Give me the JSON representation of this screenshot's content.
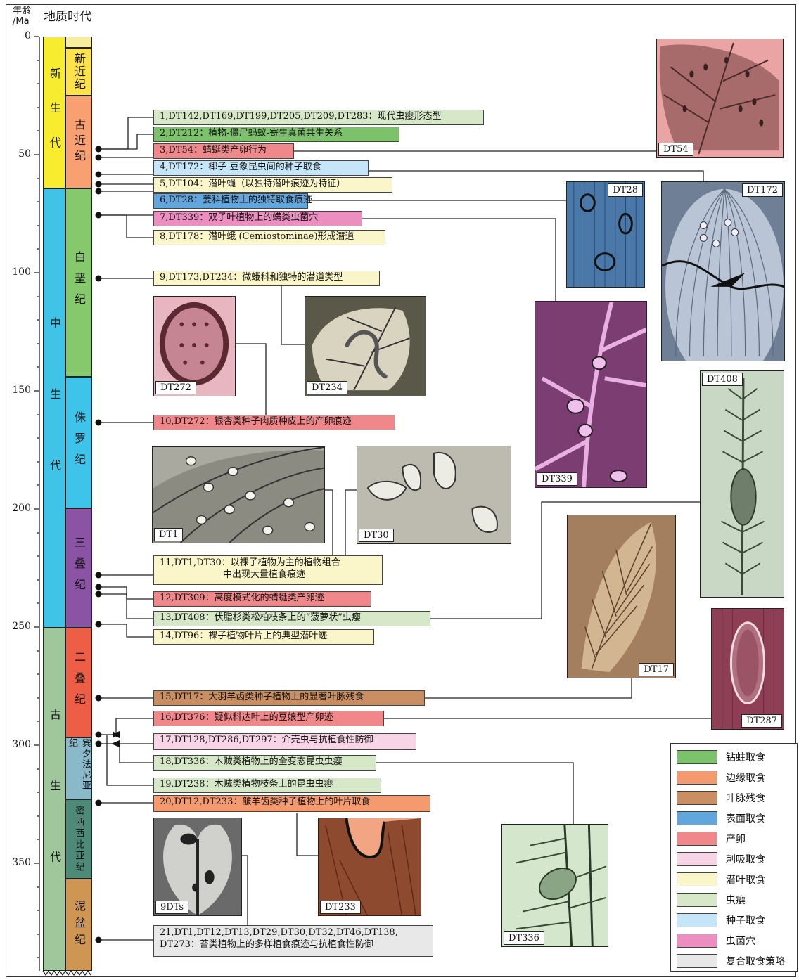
{
  "axis": {
    "age_label_line1": "年龄",
    "age_label_line2": "/Ma",
    "time_label": "地质时代",
    "ticks": [
      "0",
      "50",
      "100",
      "150",
      "200",
      "250",
      "300",
      "350"
    ]
  },
  "eras": [
    {
      "name": "新 生 代",
      "color": "#f7ec2e"
    },
    {
      "name": "中 生 代",
      "color": "#3fc3e6"
    },
    {
      "name": "古 生 代",
      "color": "#9fc79c"
    }
  ],
  "periods": [
    {
      "name": "新近纪",
      "color": "#fde24a"
    },
    {
      "name": "古近纪",
      "color": "#f8a071"
    },
    {
      "name": "白垩纪",
      "color": "#86c86c"
    },
    {
      "name": "侏罗纪",
      "color": "#3ec3ea"
    },
    {
      "name": "三叠纪",
      "color": "#8b53a4"
    },
    {
      "name": "二叠纪",
      "color": "#ee5e46"
    },
    {
      "name": "宾夕法尼亚纪",
      "color": "#8ab9c9"
    },
    {
      "name": "密西西比亚纪",
      "color": "#4e8a78"
    },
    {
      "name": "泥盆纪",
      "color": "#cf9653"
    }
  ],
  "events": [
    {
      "text": "1,DT142,DT169,DT199,DT205,DT209,DT283：现代虫瘿形态型",
      "color": "#d6e8c8"
    },
    {
      "text": "2,DT212：植物-僵尸蚂蚁-寄生真菌共生关系",
      "color": "#7cc26a"
    },
    {
      "text": "3,DT54：蜻蜓类产卵行为",
      "color": "#f0878a"
    },
    {
      "text": "4,DT172：椰子-豆象昆虫间的种子取食",
      "color": "#c4e6f8"
    },
    {
      "text": "5,DT104：潜叶蝇（以独特潜叶痕迹为特征）",
      "color": "#fbf6c9"
    },
    {
      "text": "6,DT28：姜科植物上的独特取食痕迹",
      "color": "#62a6de"
    },
    {
      "text": "7,DT339：双子叶植物上的螨类虫菌穴",
      "color": "#ec8ec0"
    },
    {
      "text": "8,DT178：潜叶蛾 (Cemiostominae)形成潜道",
      "color": "#fbf6c9"
    },
    {
      "text": "9,DT173,DT234：微蛾科和独特的潜道类型",
      "color": "#fbf6c9"
    },
    {
      "text": "10,DT272：银杏类种子肉质种皮上的产卵痕迹",
      "color": "#f0878a"
    },
    {
      "text": "11,DT1,DT30：以裸子植物为主的植物组合",
      "text2": "中出现大量植食痕迹",
      "color": "#fbf6c9"
    },
    {
      "text": "12,DT309：高度模式化的蜻蜓类产卵迹",
      "color": "#f0878a"
    },
    {
      "text": "13,DT408：伏脂杉类松柏枝条上的“菠萝状”虫瘿",
      "color": "#d6e8c8"
    },
    {
      "text": "14,DT96：裸子植物叶片上的典型潜叶迹",
      "color": "#fbf6c9"
    },
    {
      "text": "15,DT17：大羽羊齿类种子植物上的显著叶脉残食",
      "color": "#c98e61"
    },
    {
      "text": "16,DT376：疑似科达叶上的豆娘型产卵迹",
      "color": "#f0878a"
    },
    {
      "text": "17,DT128,DT286,DT297：介壳虫与抗植食性防御",
      "color": "#f8d5e6"
    },
    {
      "text": "18,DT336：木贼类植物上的全变态昆虫虫瘿",
      "color": "#d6e8c8"
    },
    {
      "text": "19,DT238：木贼类植物枝条上的昆虫虫瘿",
      "color": "#d6e8c8"
    },
    {
      "text": "20,DT12,DT233：皱羊齿类种子植物上的叶片取食",
      "color": "#f59a6e"
    },
    {
      "text": "21,DT1,DT12,DT13,DT29,DT30,DT32,DT46,DT138,",
      "text2": "DT273：苔类植物上的多样植食痕迹与抗植食性防御",
      "color": "#e8e8e8"
    }
  ],
  "photos": [
    {
      "label": "DT54",
      "color": "#e8a0a0"
    },
    {
      "label": "DT28",
      "color": "#4a78a8"
    },
    {
      "label": "DT172",
      "color": "#7c8fa8"
    },
    {
      "label": "DT272",
      "color": "#d98a9a"
    },
    {
      "label": "DT234",
      "color": "#7a7868"
    },
    {
      "label": "DT339",
      "color": "#9a4f8e"
    },
    {
      "label": "DT408",
      "color": "#a9c2a5"
    },
    {
      "label": "DT1",
      "color": "#9c9c94"
    },
    {
      "label": "DT30",
      "color": "#a6a29a"
    },
    {
      "label": "DT17",
      "color": "#9c7a5c"
    },
    {
      "label": "DT287",
      "color": "#a8566a"
    },
    {
      "label": "9DTs",
      "color": "#8e8e8e"
    },
    {
      "label": "DT233",
      "color": "#9a5a3e"
    },
    {
      "label": "DT336",
      "color": "#c0d8b8"
    }
  ],
  "legend": [
    {
      "label": "钻蛀取食",
      "color": "#7cc26a"
    },
    {
      "label": "边缘取食",
      "color": "#f59a6e"
    },
    {
      "label": "叶脉残食",
      "color": "#c98e61"
    },
    {
      "label": "表面取食",
      "color": "#62a6de"
    },
    {
      "label": "产卵",
      "color": "#f0878a"
    },
    {
      "label": "刺吸取食",
      "color": "#f8d5e6"
    },
    {
      "label": "潜叶取食",
      "color": "#fbf6c9"
    },
    {
      "label": "虫瘿",
      "color": "#d6e8c8"
    },
    {
      "label": "种子取食",
      "color": "#c4e6f8"
    },
    {
      "label": "虫菌穴",
      "color": "#ec8ec0"
    },
    {
      "label": "复合取食策略",
      "color": "#e8e8e8"
    }
  ]
}
